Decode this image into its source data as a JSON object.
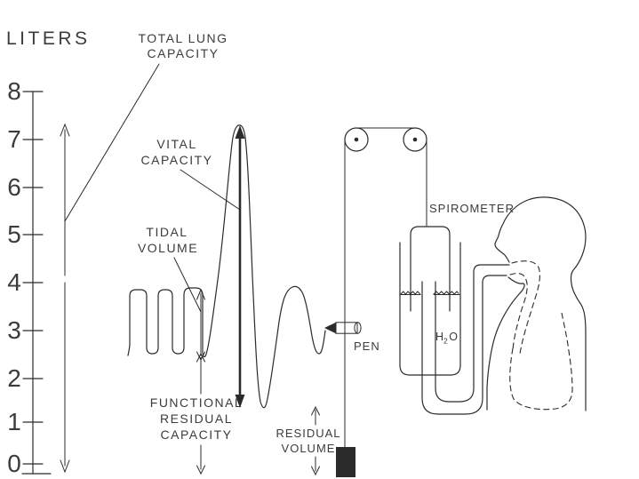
{
  "colors": {
    "line": "#2b2b2b",
    "text": "#3c3c3c",
    "background": "#ffffff"
  },
  "axis": {
    "title": "LITERS",
    "ticks": [
      "8",
      "7",
      "6",
      "5",
      "4",
      "3",
      "2",
      "1",
      "0"
    ]
  },
  "annotations": {
    "total_lung_capacity": {
      "line1": "TOTAL LUNG",
      "line2": "CAPACITY"
    },
    "vital_capacity": {
      "line1": "VITAL",
      "line2": "CAPACITY"
    },
    "tidal_volume": {
      "line1": "TIDAL",
      "line2": "VOLUME"
    },
    "functional_residual_capacity": {
      "line1": "FUNCTIONAL",
      "line2": "RESIDUAL",
      "line3": "CAPACITY"
    },
    "residual_volume": {
      "line1": "RESIDUAL",
      "line2": "VOLUME"
    }
  },
  "apparatus": {
    "pen_label": "PEN",
    "spirometer_label": "SPIROMETER",
    "water_label": {
      "symbol": "H",
      "subscript": "2",
      "suffix": "O"
    }
  }
}
